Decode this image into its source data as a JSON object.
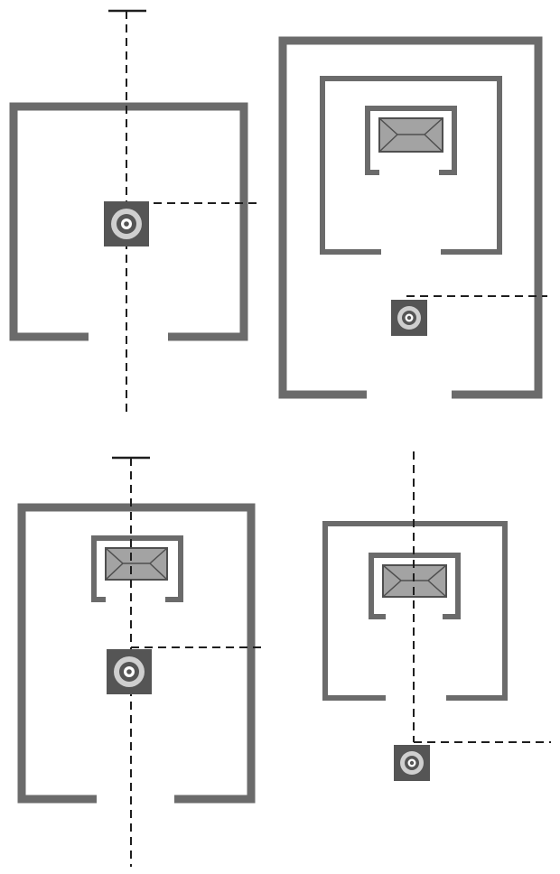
{
  "colors": {
    "background": "#ffffff",
    "wall": "#6b6b6b",
    "wall_edge": "#4a4a4a",
    "dashed_line": "#1e1e1e",
    "object_fill": "#a3a3a3",
    "object_stroke": "#4f4f4f",
    "lens_square": "#555555",
    "lens_ring": "#cfcfcf",
    "lens_center": "#ffffff"
  },
  "panels": [
    {
      "label": "",
      "has_inner_room": false,
      "has_object": true,
      "object_kind": "camera-top-left"
    },
    {
      "label": "",
      "has_inner_room": true,
      "has_object": true,
      "object_kind": "camera-top-right"
    },
    {
      "label": "",
      "has_inner_room": false,
      "has_object": true,
      "object_kind": "camera-bottom-left"
    },
    {
      "label": "",
      "has_inner_room": false,
      "has_object": true,
      "object_kind": "camera-bottom-right"
    }
  ]
}
